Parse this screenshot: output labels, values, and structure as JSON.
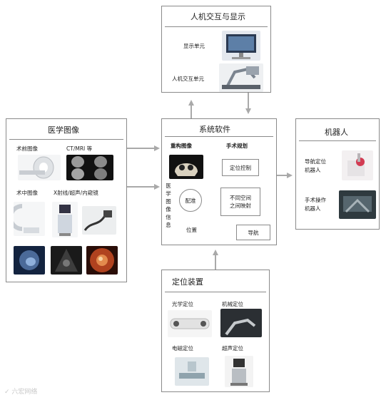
{
  "hmi": {
    "title": "人机交互与显示",
    "display_unit": "显示单元",
    "interaction_unit": "人机交互单元"
  },
  "medical": {
    "title": "医学图像",
    "preop": "术前图像",
    "ct_mri": "CT/MRI 等",
    "intraop": "术中图像",
    "xray": "X射线/超声/内窥镜"
  },
  "software": {
    "title": "系统软件",
    "recon": "重构图像",
    "planning": "手术规划",
    "position_control": "定位控制",
    "mapping": "不同空间\n之间映射",
    "registration": "配准",
    "position": "位置",
    "navigation": "导航",
    "vertical_info": [
      "医",
      "学",
      "图",
      "像",
      "信",
      "息"
    ]
  },
  "robot": {
    "title": "机器人",
    "nav_robot": "导航定位\n机器人",
    "op_robot": "手术操作\n机器人"
  },
  "locator": {
    "title": "定位装置",
    "optical": "光学定位",
    "mechanical": "机械定位",
    "em": "电磁定位",
    "ultrasound": "超声定位"
  },
  "watermark": "✓ 六宏网络",
  "colors": {
    "border": "#8a8a8a",
    "arrow": "#a9a9a9"
  }
}
